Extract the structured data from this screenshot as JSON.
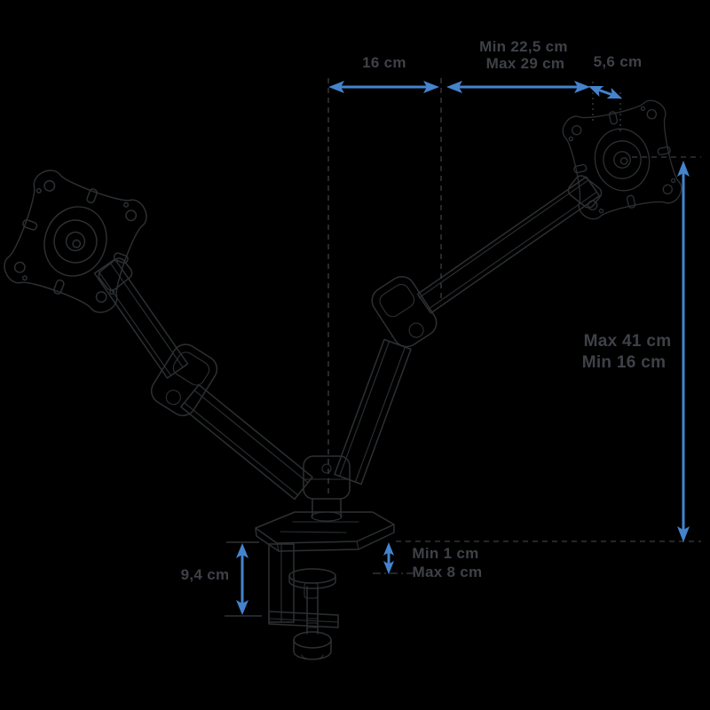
{
  "diagram": {
    "type": "technical dimension drawing",
    "subject": "dual monitor desk-mount arm with gas springs and desk clamp",
    "colors": {
      "background": "#000000",
      "artwork": "#2d3033",
      "guides": "#3b3e43",
      "labels": "#3e4147",
      "arrows": "#4583cd"
    },
    "labels": {
      "arm_inner_length": "16 cm",
      "arm_outer_min": "Min 22,5 cm",
      "arm_outer_max": "Max 29 cm",
      "vesa_depth": "5,6 cm",
      "height_max": "Max 41 cm",
      "height_min": "Min 16 cm",
      "desk_thickness_min": "Min 1 cm",
      "desk_thickness_max": "Max 8 cm",
      "clamp_height": "9,4 cm"
    }
  }
}
